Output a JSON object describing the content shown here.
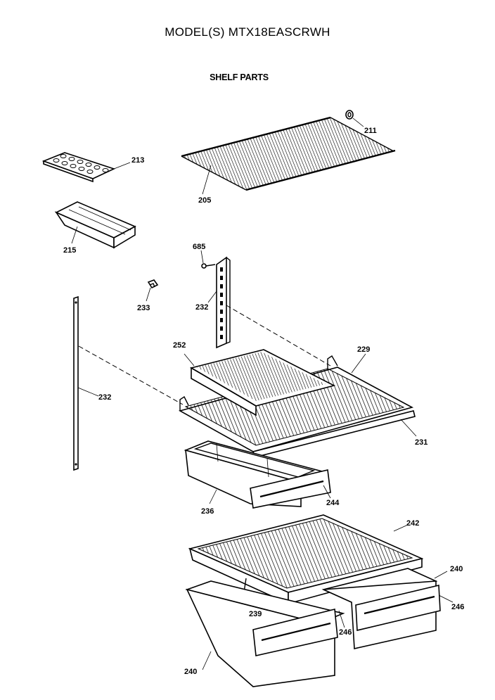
{
  "header": {
    "model_title": "MODEL(S) MTX18EASCRWH",
    "section_title": "SHELF PARTS"
  },
  "callouts": {
    "p211": "211",
    "p213": "213",
    "p205": "205",
    "p215": "215",
    "p685": "685",
    "p233": "233",
    "p232_upper": "232",
    "p232_lower": "232",
    "p252": "252",
    "p229": "229",
    "p231": "231",
    "p236": "236",
    "p244": "244",
    "p242": "242",
    "p240_right": "240",
    "p246_right": "246",
    "p239": "239",
    "p246_mid": "246",
    "p240_left": "240"
  }
}
